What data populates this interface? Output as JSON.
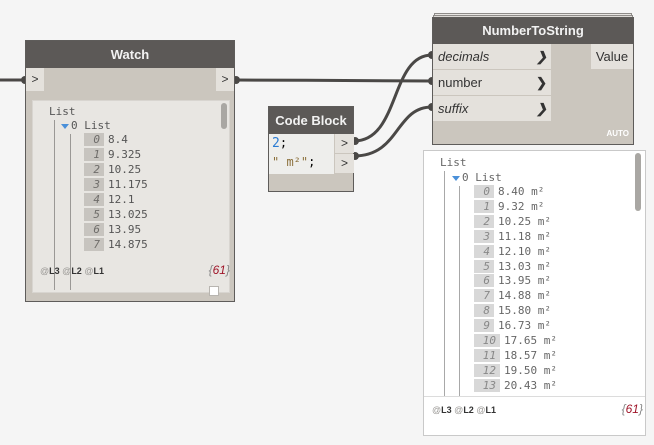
{
  "canvas": {
    "background": "#f5f5f5",
    "node_title_color": "#5c5957",
    "node_body_color": "#cbc6be"
  },
  "watch_node": {
    "title": "Watch",
    "input_port": ">",
    "output_port": ">",
    "preview": {
      "root_label": "List",
      "sublist_label": "0 List",
      "items": [
        {
          "index": "0",
          "value": "8.4"
        },
        {
          "index": "1",
          "value": "9.325"
        },
        {
          "index": "2",
          "value": "10.25"
        },
        {
          "index": "3",
          "value": "11.175"
        },
        {
          "index": "4",
          "value": "12.1"
        },
        {
          "index": "5",
          "value": "13.025"
        },
        {
          "index": "6",
          "value": "13.95"
        },
        {
          "index": "7",
          "value": "14.875"
        }
      ],
      "levels": [
        "L3",
        "L2",
        "L1"
      ],
      "count": "61"
    }
  },
  "code_block_node": {
    "title": "Code Block",
    "lines": [
      {
        "value": "2",
        "terminator": ";"
      },
      {
        "value": "\" m²\"",
        "terminator": ";"
      }
    ],
    "output_ports": [
      ">",
      ">"
    ]
  },
  "number_to_string_node": {
    "title": "NumberToString",
    "inputs": [
      {
        "label": "decimals",
        "italic": true
      },
      {
        "label": "number",
        "italic": false
      },
      {
        "label": "suffix",
        "italic": true
      }
    ],
    "output": "Value",
    "lacing": "AUTO",
    "preview": {
      "root_label": "List",
      "sublist_label": "0 List",
      "items": [
        {
          "index": "0",
          "value": "8.40 m²"
        },
        {
          "index": "1",
          "value": "9.32 m²"
        },
        {
          "index": "2",
          "value": "10.25 m²"
        },
        {
          "index": "3",
          "value": "11.18 m²"
        },
        {
          "index": "4",
          "value": "12.10 m²"
        },
        {
          "index": "5",
          "value": "13.03 m²"
        },
        {
          "index": "6",
          "value": "13.95 m²"
        },
        {
          "index": "7",
          "value": "14.88 m²"
        },
        {
          "index": "8",
          "value": "15.80 m²"
        },
        {
          "index": "9",
          "value": "16.73 m²"
        },
        {
          "index": "10",
          "value": "17.65 m²"
        },
        {
          "index": "11",
          "value": "18.57 m²"
        },
        {
          "index": "12",
          "value": "19.50 m²"
        },
        {
          "index": "13",
          "value": "20.43 m²"
        }
      ],
      "levels": [
        "L3",
        "L2",
        "L1"
      ],
      "count": "61"
    }
  }
}
